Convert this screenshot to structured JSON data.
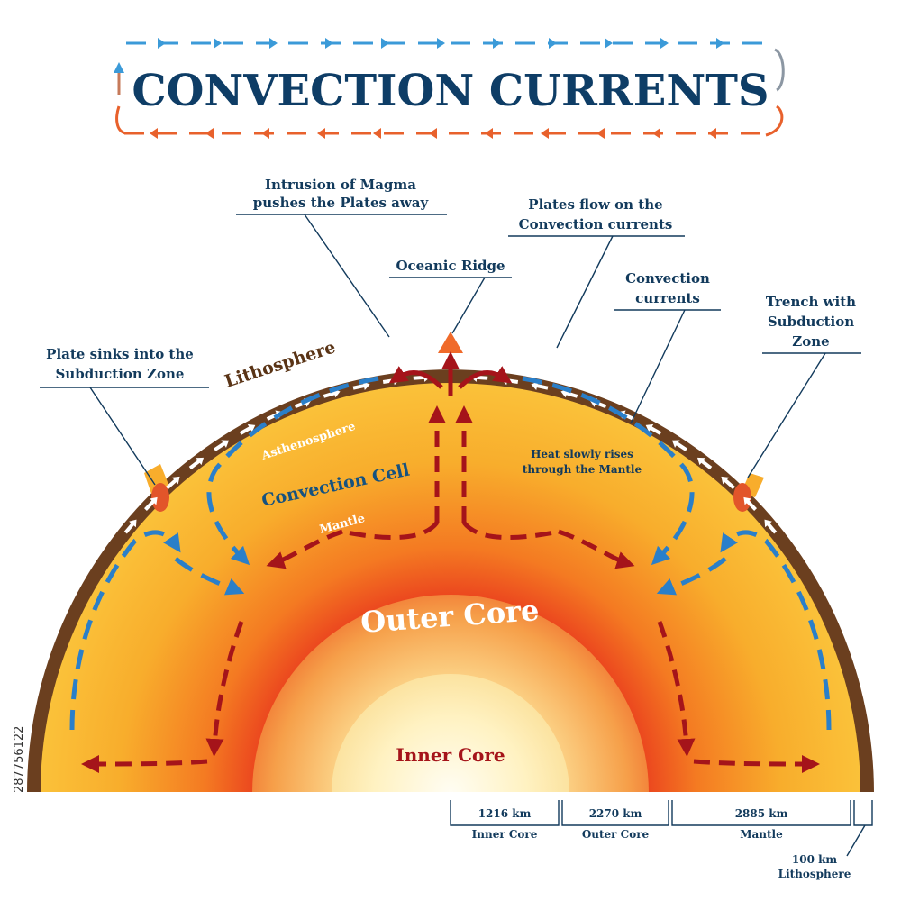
{
  "title": "CONVECTION CURRENTS",
  "layers": {
    "lithosphere": "Lithosphere",
    "asthenosphere": "Asthenosphere",
    "convection_cell": "Convection Cell",
    "mantle": "Mantle",
    "outer_core": "Outer Core",
    "inner_core": "Inner Core"
  },
  "callouts": {
    "intrusion_line1": "Intrusion of Magma",
    "intrusion_line2": "pushes the Plates away",
    "plates_flow_line1": "Plates flow on the",
    "plates_flow_line2": "Convection currents",
    "oceanic_ridge": "Oceanic Ridge",
    "convection_line1": "Convection",
    "convection_line2": "currents",
    "trench_line1": "Trench with",
    "trench_line2": "Subduction",
    "trench_line3": "Zone",
    "plate_sinks_line1": "Plate sinks into the",
    "plate_sinks_line2": "Subduction Zone",
    "heat_line1": "Heat slowly rises",
    "heat_line2": "through the Mantle"
  },
  "scale": [
    {
      "value": "1216 km",
      "name": "Inner Core"
    },
    {
      "value": "2270 km",
      "name": "Outer Core"
    },
    {
      "value": "2885 km",
      "name": "Mantle"
    },
    {
      "value": "100 km",
      "name": "Lithosphere"
    }
  ],
  "stock_id": "287756122",
  "colors": {
    "title": "#0e3d66",
    "hot_arrow": "#a5141a",
    "cold_arrow": "#2a7fc9",
    "crust": "#6b3f1f",
    "mantle": "#f7b733",
    "core_hot": "#e8331d",
    "inner_core": "#fff6cc"
  }
}
